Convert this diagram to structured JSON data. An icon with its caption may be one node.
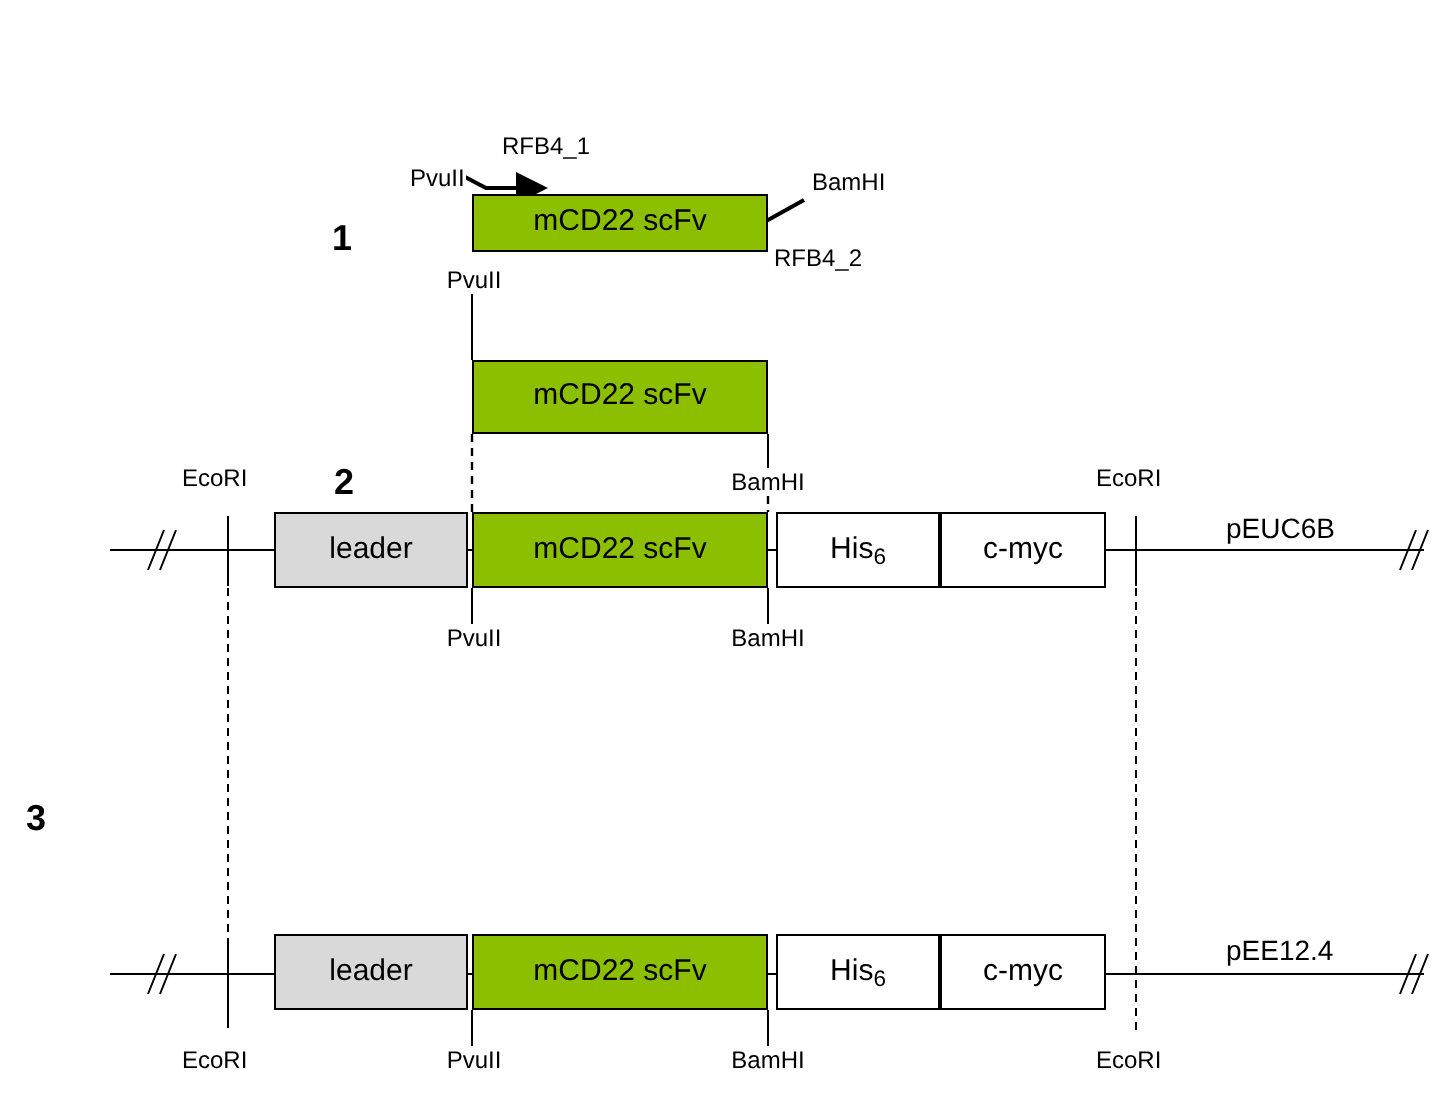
{
  "diagram": {
    "nodes": [
      {
        "text": [
          "mCD22 scFv"
        ]
      },
      {
        "text": [
          "PvuII"
        ]
      },
      {
        "text": [
          "mCD22 scFv"
        ]
      },
      {
        "text": [
          "BamHI"
        ]
      },
      {
        "text": [
          "leader"
        ]
      },
      {
        "text": [
          "mCD22 scFv"
        ]
      },
      {
        "text": [
          "His$_{6}$"
        ]
      },
      {
        "text": [
          "c-myc"
        ]
      },
      {
        "text": [
          "PvuII"
        ]
      },
      {
        "text": [
          "BamHI"
        ]
      },
      {
        "text": [
          "leader"
        ]
      },
      {
        "text": [
          "mCD22 scFv"
        ]
      },
      {
        "text": [
          "His$_{6}$"
        ]
      },
      {
        "text": [
          "c-myc"
        ]
      },
      {
        "text": [
          "PvuII"
        ]
      },
      {
        "text": [
          "BamHI"
        ]
      }
    ],
    "edges": [
      {
        "from": 1,
        "to": 2,
        "arrow": "none"
      },
      {
        "from": 2,
        "to": 3,
        "arrow": "none"
      },
      {
        "from": 2,
        "to": 5,
        "arrow": "none",
        "style": "dashed"
      },
      {
        "from": 3,
        "to": 5,
        "arrow": "none",
        "style": "dashed"
      },
      {
        "from": 5,
        "to": 8,
        "arrow": "none"
      },
      {
        "from": 5,
        "to": 9,
        "arrow": "none"
      },
      {
        "from": 11,
        "to": 14,
        "arrow": "none"
      },
      {
        "from": 11,
        "to": 15,
        "arrow": "none"
      }
    ],
    "labels": [
      "PvuII",
      "RFB4_1",
      "BamHI",
      "RFB4_2",
      "1",
      "2",
      "EcoRI",
      "EcoRI",
      "pEUC6B",
      "3",
      "pEE12.4",
      "EcoRI",
      "EcoRI"
    ]
  }
}
